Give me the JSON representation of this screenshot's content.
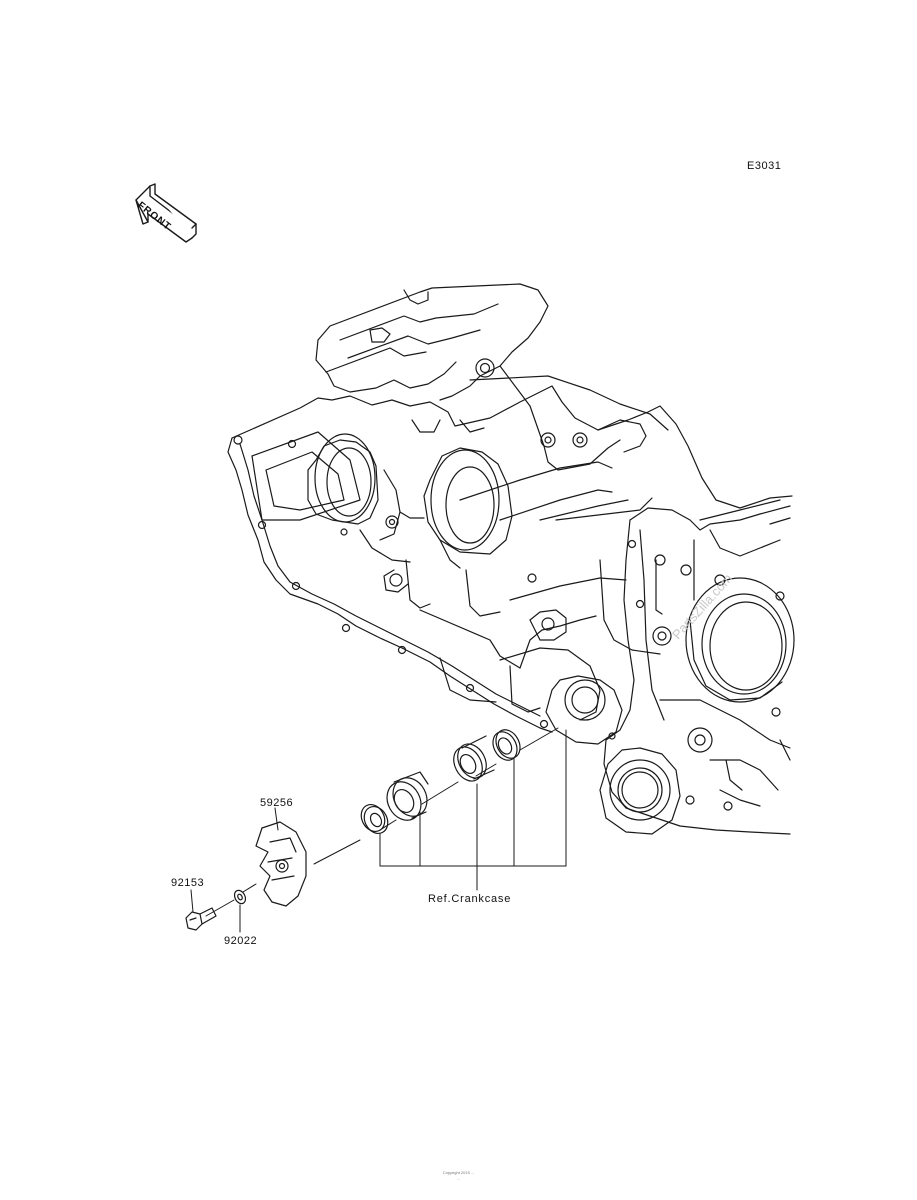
{
  "figure_code": "E3031",
  "front_indicator": {
    "label": "FRONT",
    "icon": "front-arrow-icon"
  },
  "parts": [
    {
      "number": "59256"
    },
    {
      "number": "92153"
    },
    {
      "number": "92022"
    }
  ],
  "reference": "Ref.Crankcase",
  "watermark": "PartsZilla.com",
  "footer": {
    "line1": "Copyright 2015 ... ",
    "line2": "..."
  },
  "colors": {
    "line": "#1a1a1a",
    "background": "#ffffff"
  }
}
